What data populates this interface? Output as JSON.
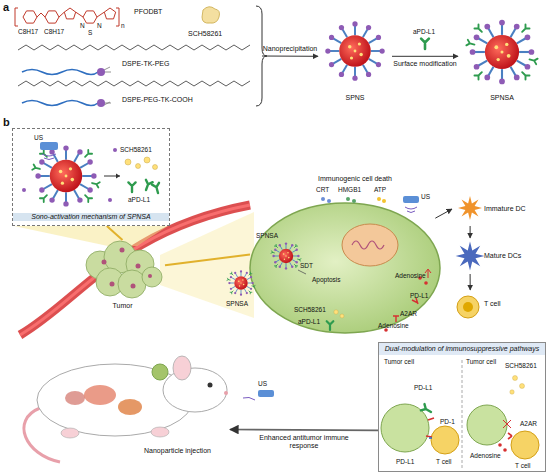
{
  "diagram": {
    "nodes": [
      {
        "text": [
          "PFODBT",
          "SCH58261",
          "DSPE-TK-PEG",
          "DSPE-PEG-TK-COOH"
        ]
      },
      {
        "text": [
          "SPNS"
        ]
      },
      {
        "text": [
          "SPNSA"
        ]
      },
      {
        "text": [
          "Sono-activation mechanism of SPNSA"
        ]
      },
      {
        "text": [
          "Tumor"
        ]
      },
      {
        "text": [
          "Immunogenic cell death"
        ]
      },
      {
        "text": [
          "Immature DC"
        ]
      },
      {
        "text": [
          "Mature DCs"
        ]
      },
      {
        "text": [
          "T cell"
        ]
      },
      {
        "text": [
          "Dual-modulation of immunosuppressive pathways"
        ]
      },
      {
        "text": [
          "Nanoparticle injection"
        ]
      }
    ],
    "edges": [
      {
        "from": 0,
        "to": 1,
        "label": "Nanoprecipitation",
        "arrow": "to"
      },
      {
        "from": 1,
        "to": 2,
        "label": "Surface modification",
        "arrow": "to"
      },
      {
        "from": 4,
        "to": 3,
        "arrow": "none"
      },
      {
        "from": 4,
        "to": 5,
        "arrow": "none"
      },
      {
        "from": 5,
        "to": 6,
        "arrow": "to"
      },
      {
        "from": 6,
        "to": 7,
        "arrow": "to"
      },
      {
        "from": 7,
        "to": 8,
        "arrow": "to"
      },
      {
        "from": 9,
        "to": 10,
        "label": "Enhanced antitumor immune response",
        "arrow": "to"
      }
    ],
    "labels": [
      "a",
      "C8H17",
      "C8H17",
      "N",
      "S",
      "N",
      "n",
      "aPD-L1",
      "b",
      "US",
      "SCH58261",
      "aPD-L1",
      "US",
      "CRT",
      "HMGB1",
      "ATP",
      "Adenosine",
      "SPNSA",
      "SDT",
      "Apoptosis",
      "PD-L1",
      "SCH58261",
      "aPD-L1",
      "A2AR",
      "Adenosine",
      "SPNSA",
      "US",
      "Tumor cell",
      "PD-L1",
      "PD-L1",
      "PD-1",
      "T cell",
      "Tumor cell",
      "SCH58261",
      "Adenosine",
      "A2AR",
      "T cell"
    ]
  }
}
